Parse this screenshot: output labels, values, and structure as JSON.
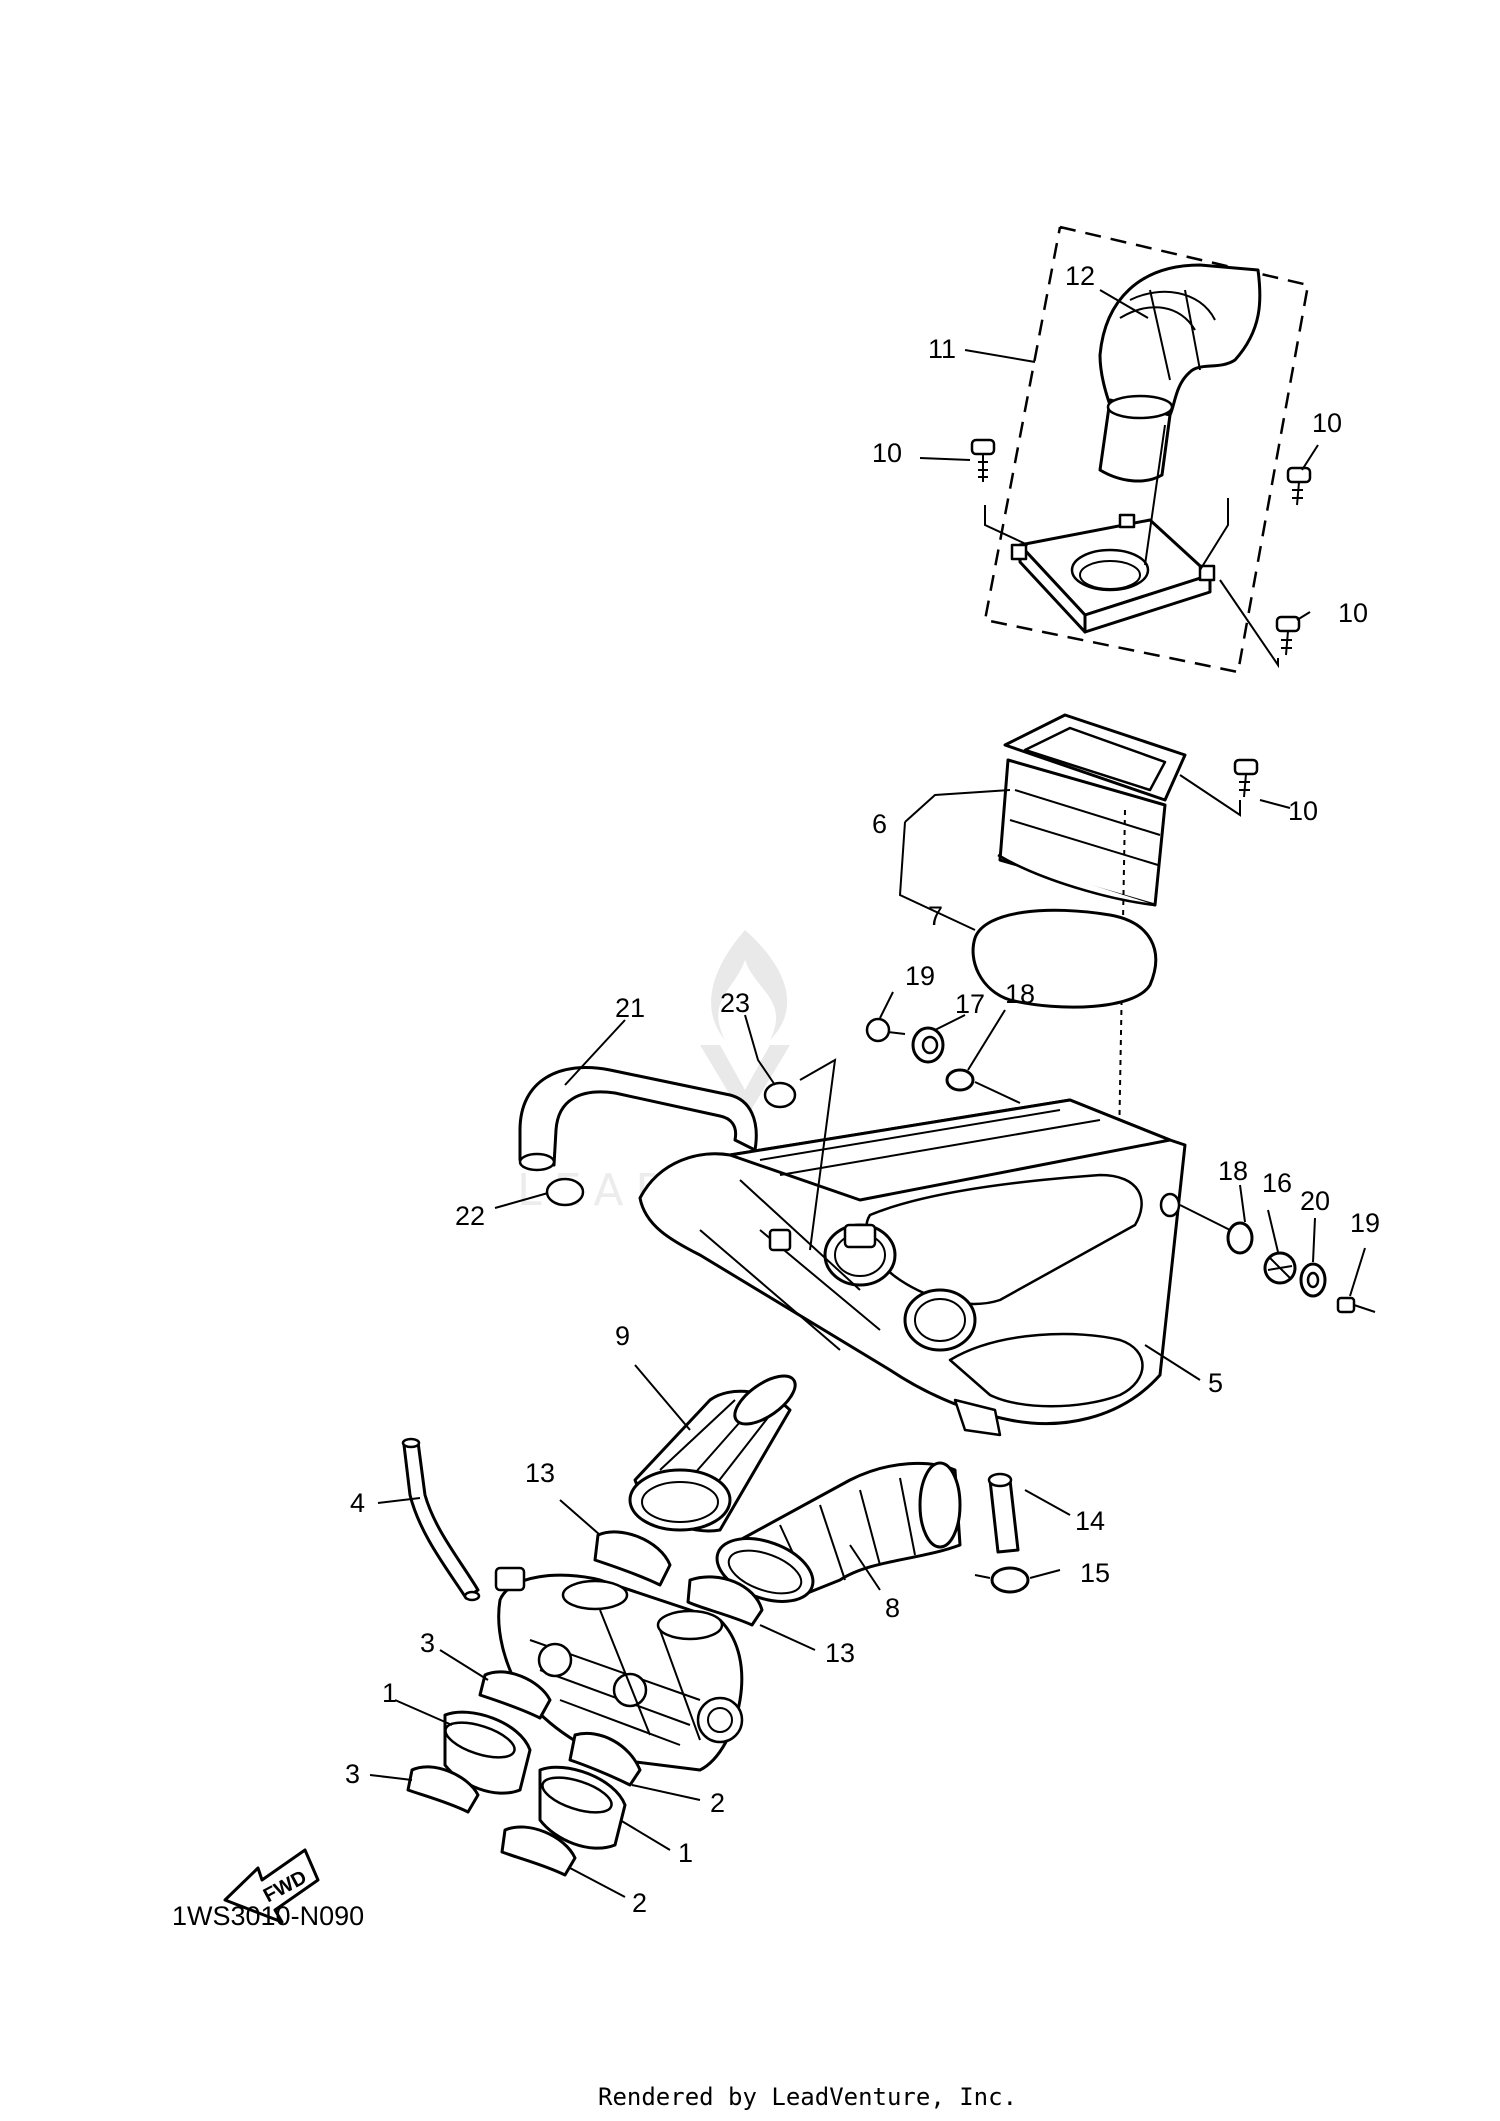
{
  "diagram": {
    "diagram_code": "1WS3010-N090",
    "footer": "Rendered by LeadVenture, Inc.",
    "fwd_label": "FWD",
    "watermark": "LEADVENTURE",
    "callouts": {
      "c12": "12",
      "c11": "11",
      "c10a": "10",
      "c10b": "10",
      "c10c": "10",
      "c10d": "10",
      "c6": "6",
      "c7": "7",
      "c19a": "19",
      "c17": "17",
      "c18a": "18",
      "c21": "21",
      "c23": "23",
      "c22": "22",
      "c18b": "18",
      "c16": "16",
      "c20": "20",
      "c19b": "19",
      "c5": "5",
      "c9": "9",
      "c4": "4",
      "c13a": "13",
      "c13b": "13",
      "c14": "14",
      "c15": "15",
      "c8": "8",
      "c3a": "3",
      "c3b": "3",
      "c1a": "1",
      "c1b": "1",
      "c2a": "2",
      "c2b": "2"
    }
  }
}
